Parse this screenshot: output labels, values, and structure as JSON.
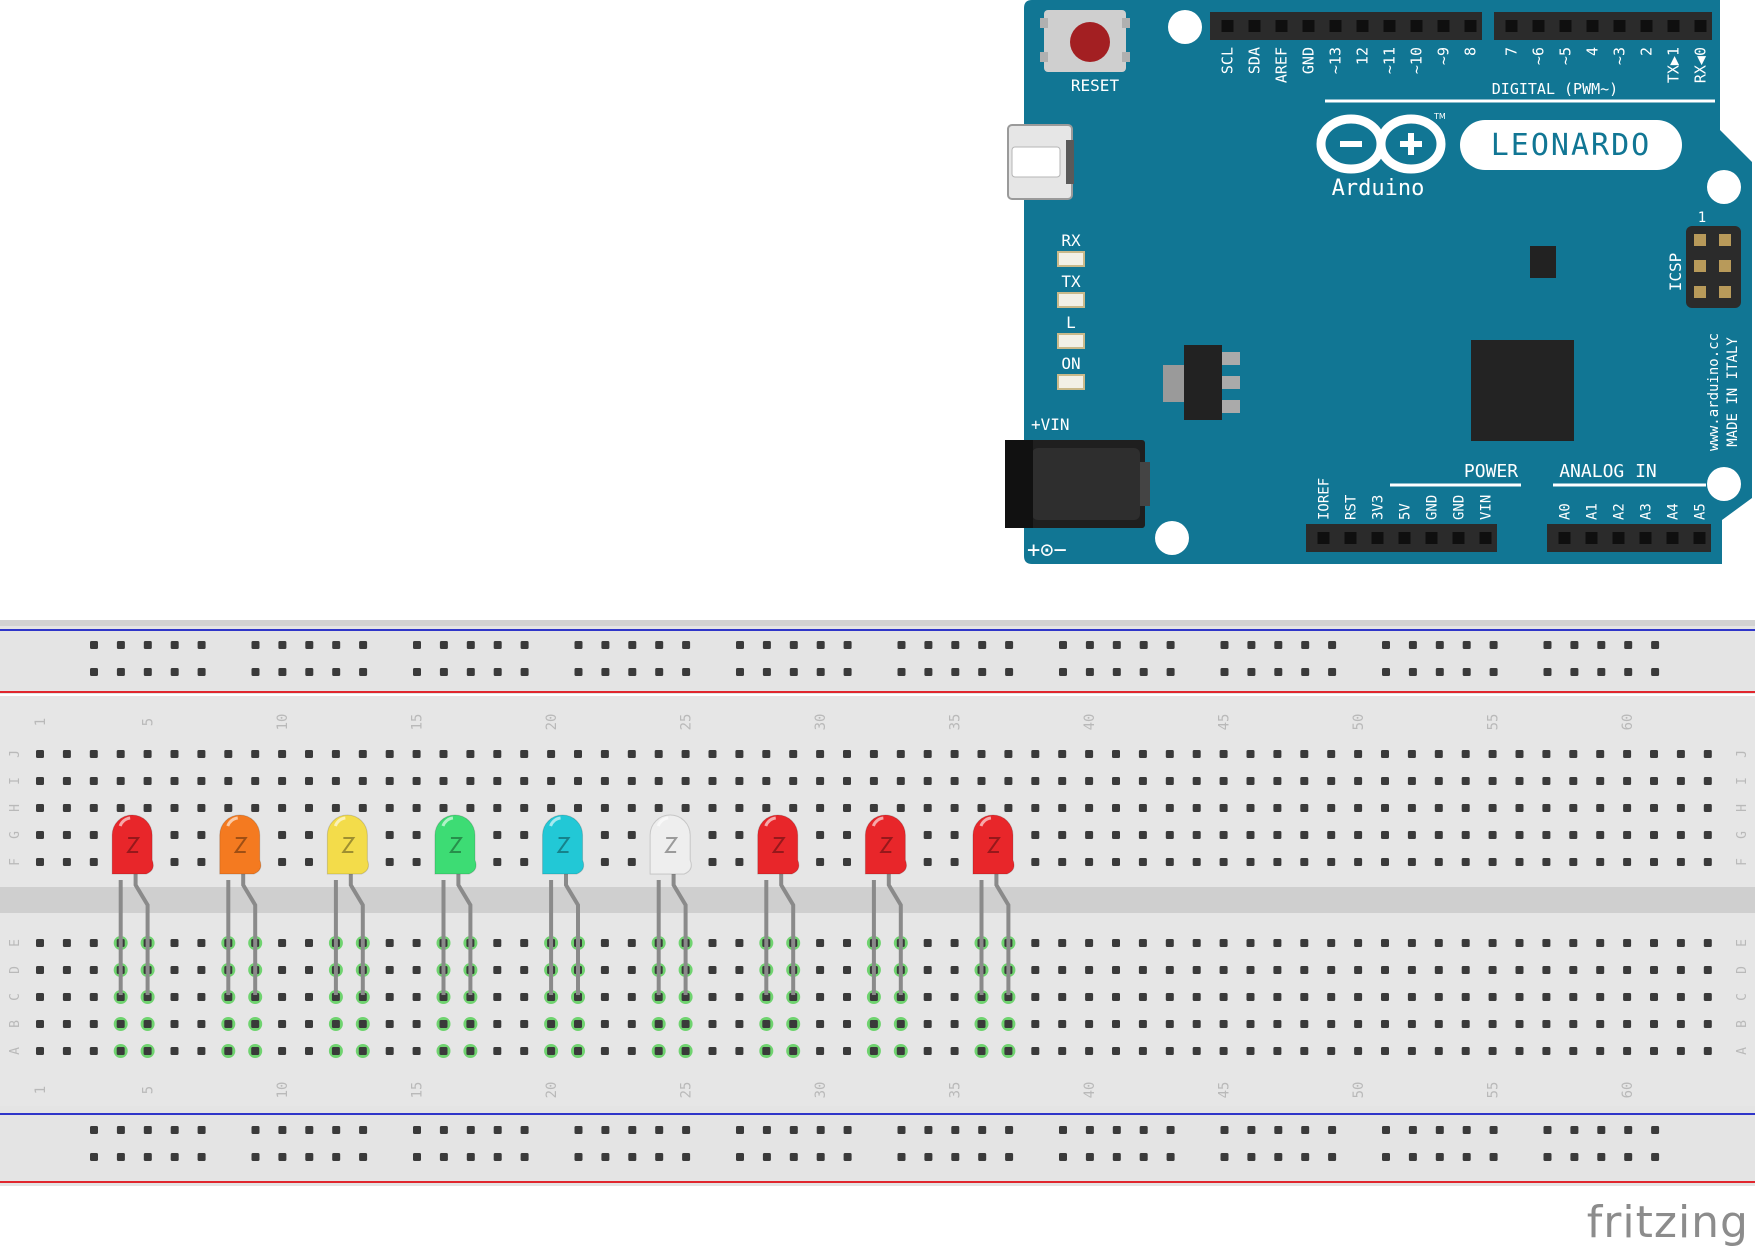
{
  "board": {
    "reset_label": "RESET",
    "model": "LEONARDO",
    "brand": "Arduino",
    "tm": "TM",
    "digital_label": "DIGITAL (PWM~)",
    "digital_pins": [
      "SCL",
      "SDA",
      "AREF",
      "GND",
      "~13",
      "12",
      "~11",
      "~10",
      "~9",
      "8",
      "7",
      "~6",
      "~5",
      "4",
      "~3",
      "2",
      "TX▶1",
      "RX◀0"
    ],
    "status_leds": [
      "RX",
      "TX",
      "L",
      "ON"
    ],
    "vin_label": "+VIN",
    "polarity_label": "+⊙−",
    "icsp_label": "ICSP",
    "icsp_pin1": "1",
    "website": "www.arduino.cc",
    "made_in": "MADE IN ITALY",
    "power_label": "POWER",
    "power_pins": [
      "IOREF",
      "RST",
      "3V3",
      "5V",
      "GND",
      "GND",
      "VIN"
    ],
    "analog_label": "ANALOG IN",
    "analog_pins": [
      "A0",
      "A1",
      "A2",
      "A3",
      "A4",
      "A5"
    ],
    "colors": {
      "board": "#117694",
      "text": "#ffffff",
      "header": "#2b2b2b",
      "reset": "#a31f22"
    }
  },
  "breadboard": {
    "columns": 63,
    "column_numbers": [
      "1",
      "5",
      "10",
      "15",
      "20",
      "25",
      "30",
      "35",
      "40",
      "45",
      "50",
      "55",
      "60"
    ],
    "top_rows": [
      "J",
      "I",
      "H",
      "G",
      "F"
    ],
    "bottom_rows": [
      "E",
      "D",
      "C",
      "B",
      "A"
    ],
    "colors": {
      "body": "#e8e8e8",
      "rail_red": "#e0262d",
      "rail_blue": "#2f35c9",
      "hole": "#3a3a3a",
      "label": "#b9b9b9",
      "active_hole": "#6fd36f"
    }
  },
  "leds": [
    {
      "color": "red",
      "hex": "#e8262a"
    },
    {
      "color": "orange",
      "hex": "#f47a20"
    },
    {
      "color": "yellow",
      "hex": "#f3dc4a"
    },
    {
      "color": "green",
      "hex": "#3ddc74"
    },
    {
      "color": "cyan",
      "hex": "#22c8d6"
    },
    {
      "color": "white",
      "hex": "#eeeeee"
    },
    {
      "color": "red",
      "hex": "#e8262a"
    },
    {
      "color": "red",
      "hex": "#e8262a"
    },
    {
      "color": "red",
      "hex": "#e8262a"
    }
  ],
  "watermark": "fritzing"
}
